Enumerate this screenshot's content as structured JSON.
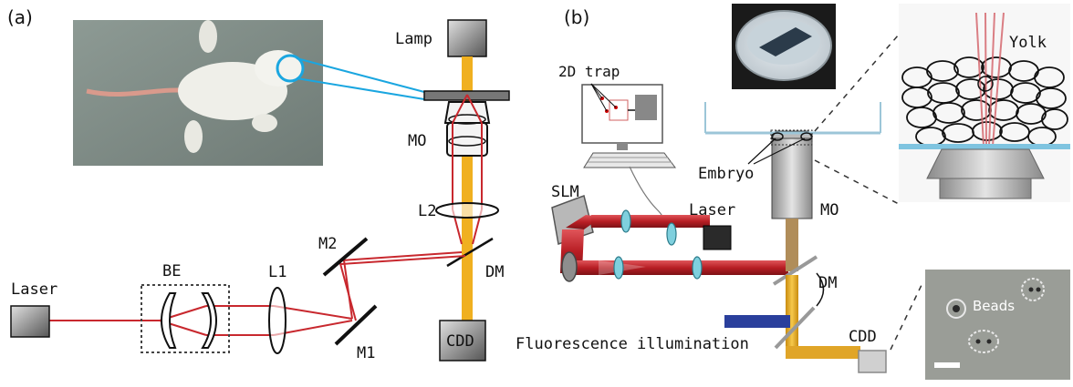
{
  "panel_a": {
    "label": "(a)",
    "lamp": "Lamp",
    "mo": "MO",
    "l2": "L2",
    "m2": "M2",
    "dm": "DM",
    "laser": "Laser",
    "be": "BE",
    "l1": "L1",
    "m1": "M1",
    "cdd": "CDD"
  },
  "panel_b": {
    "label": "(b)",
    "trap": "2D trap",
    "slm": "SLM",
    "laser": "Laser",
    "embryo": "Embryo",
    "mo": "MO",
    "dm": "DM",
    "yolk": "Yolk",
    "beads": "Beads",
    "cdd": "CDD",
    "fluorescence": "Fluorescence illumination"
  },
  "colors": {
    "laser_beam": "#c8282e",
    "lamp_beam": "#f0b020",
    "blue_beam": "#2a3f9c",
    "lens_fill": "#7fd0de"
  }
}
